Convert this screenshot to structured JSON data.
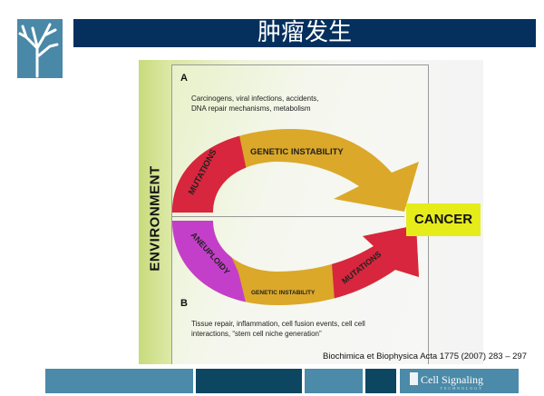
{
  "slide": {
    "title": "肿瘤发生"
  },
  "figure": {
    "panel_a_label": "A",
    "panel_a_text": [
      "Carcinogens, viral infections, accidents,",
      "DNA repair mechanisms, metabolism"
    ],
    "panel_b_label": "B",
    "panel_b_text": [
      "Tissue repair, inflammation, cell fusion events, cell cell",
      "interactions, “stem cell niche generation”"
    ],
    "environment": "ENVIRONMENT",
    "cancer": "CANCER",
    "arrow_a": {
      "segments": [
        "MUTATIONS",
        "GENETIC INSTABILITY"
      ]
    },
    "arrow_b": {
      "segments": [
        "ANEUPLOIDY",
        "GENETIC INSTABILITY",
        "MUTATIONS"
      ]
    },
    "colors": {
      "red": "#d7263d",
      "gold": "#dba82a",
      "purple": "#c43fc9",
      "cancer_box": "#e6ec1a"
    }
  },
  "citation": "Biochimica et Biophysica Acta 1775 (2007) 283 – 297",
  "footer": {
    "brand": "Cell Signaling",
    "brand_sub": "TECHNOLOGY"
  }
}
